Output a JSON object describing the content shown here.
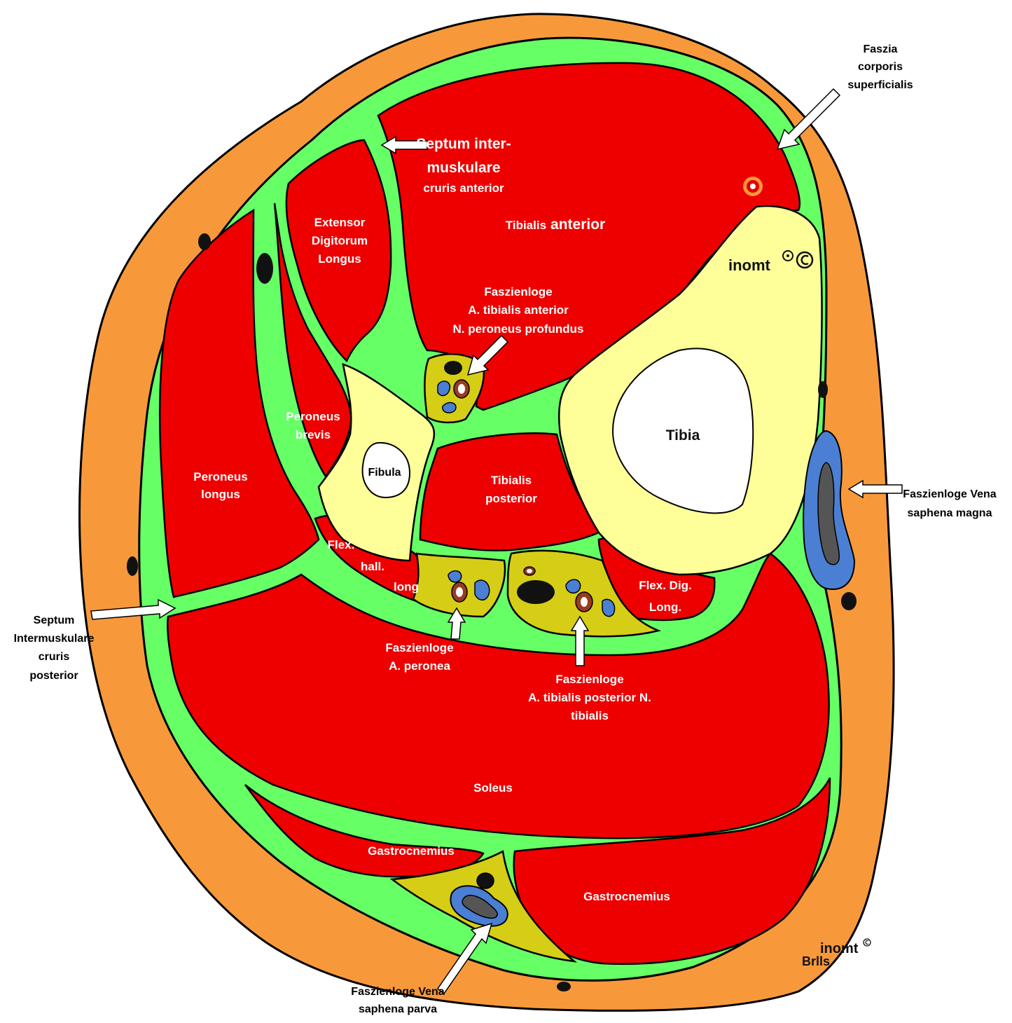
{
  "diagram": {
    "colors": {
      "skin": "#f7993b",
      "fascia": "#66ff66",
      "muscle": "#ee0000",
      "bone": "#ffff99",
      "marrow": "#ffffff",
      "compartment": "#d6cd17",
      "vein": "#4a7fd4",
      "vein_lumen": "#555555",
      "artery": "#9a3b1f",
      "nerve": "#111111",
      "outline": "#000000"
    },
    "labels": {
      "septum_anterior_l1": "Septum inter-",
      "septum_anterior_l2": "muskulare",
      "septum_anterior_l3": "cruris anterior",
      "tibialis_anterior_a": "Tibialis",
      "tibialis_anterior_b": "anterior",
      "edl_l1": "Extensor",
      "edl_l2": "Digitorum",
      "edl_l3": "Longus",
      "loge_ant_l1": "Faszienloge",
      "loge_ant_l2": "A. tibialis anterior",
      "loge_ant_l3": "N. peroneus profundus",
      "peroneus_brevis_l1": "Peroneus",
      "peroneus_brevis_l2": "brevis",
      "peroneus_longus_l1": "Peroneus",
      "peroneus_longus_l2": "longus",
      "fibula": "Fibula",
      "tibia": "Tibia",
      "tibialis_posterior_l1": "Tibialis",
      "tibialis_posterior_l2": "posterior",
      "fhl_l1": "Flex.",
      "fhl_l2": "hall.",
      "fhl_l3": "long",
      "fdl_l1": "Flex. Dig.",
      "fdl_l2": "Long.",
      "soleus": "Soleus",
      "gastrocnemius_medial": "Gastrocnemius",
      "gastrocnemius_lateral": "Gastrocnemius",
      "watermark_bone": "inomt",
      "fascia_superficialis_l1": "Faszia",
      "fascia_superficialis_l2": "corporis",
      "fascia_superficialis_l3": "superficialis",
      "vsm_l1": "Faszienloge Vena",
      "vsm_l2": "saphena magna",
      "septum_posterior_l1": "Septum",
      "septum_posterior_l2": "Intermuskulare",
      "septum_posterior_l3": "cruris",
      "septum_posterior_l4": "posterior",
      "loge_peronea_l1": "Faszienloge",
      "loge_peronea_l2": "A. peronea",
      "loge_post_l1": "Faszienloge",
      "loge_post_l2": "A. tibialis posterior N.",
      "loge_post_l3": "tibialis",
      "vsp_l1": "Faszienloge Vena",
      "vsp_l2": "saphena parva",
      "logo_top": "inomt",
      "logo_bottom": "Brlls"
    }
  }
}
